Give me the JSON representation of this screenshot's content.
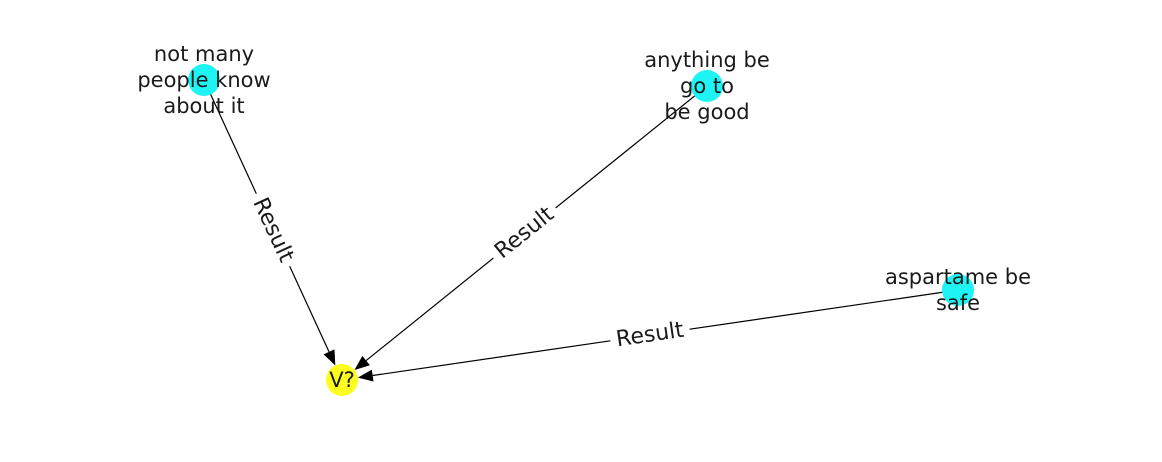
{
  "colors": {
    "cause_node": "#1ef4f4",
    "target_node": "#ffff1e",
    "edge": "#000000",
    "label_background": "#ffffff"
  },
  "nodes": [
    {
      "id": "cause-1",
      "lines": [
        "not many",
        "people know",
        "about it"
      ],
      "color": "cause_node"
    },
    {
      "id": "cause-2",
      "lines": [
        "anything be",
        "go to",
        "be good"
      ],
      "color": "cause_node"
    },
    {
      "id": "cause-3",
      "lines": [
        "aspartame be",
        "safe"
      ],
      "color": "cause_node"
    },
    {
      "id": "target",
      "lines": [
        "V?"
      ],
      "color": "target_node"
    }
  ],
  "edges": [
    {
      "id": "edge-1",
      "from": "cause-1",
      "to": "target",
      "label": "Result"
    },
    {
      "id": "edge-2",
      "from": "cause-2",
      "to": "target",
      "label": "Result"
    },
    {
      "id": "edge-3",
      "from": "cause-3",
      "to": "target",
      "label": "Result"
    }
  ]
}
